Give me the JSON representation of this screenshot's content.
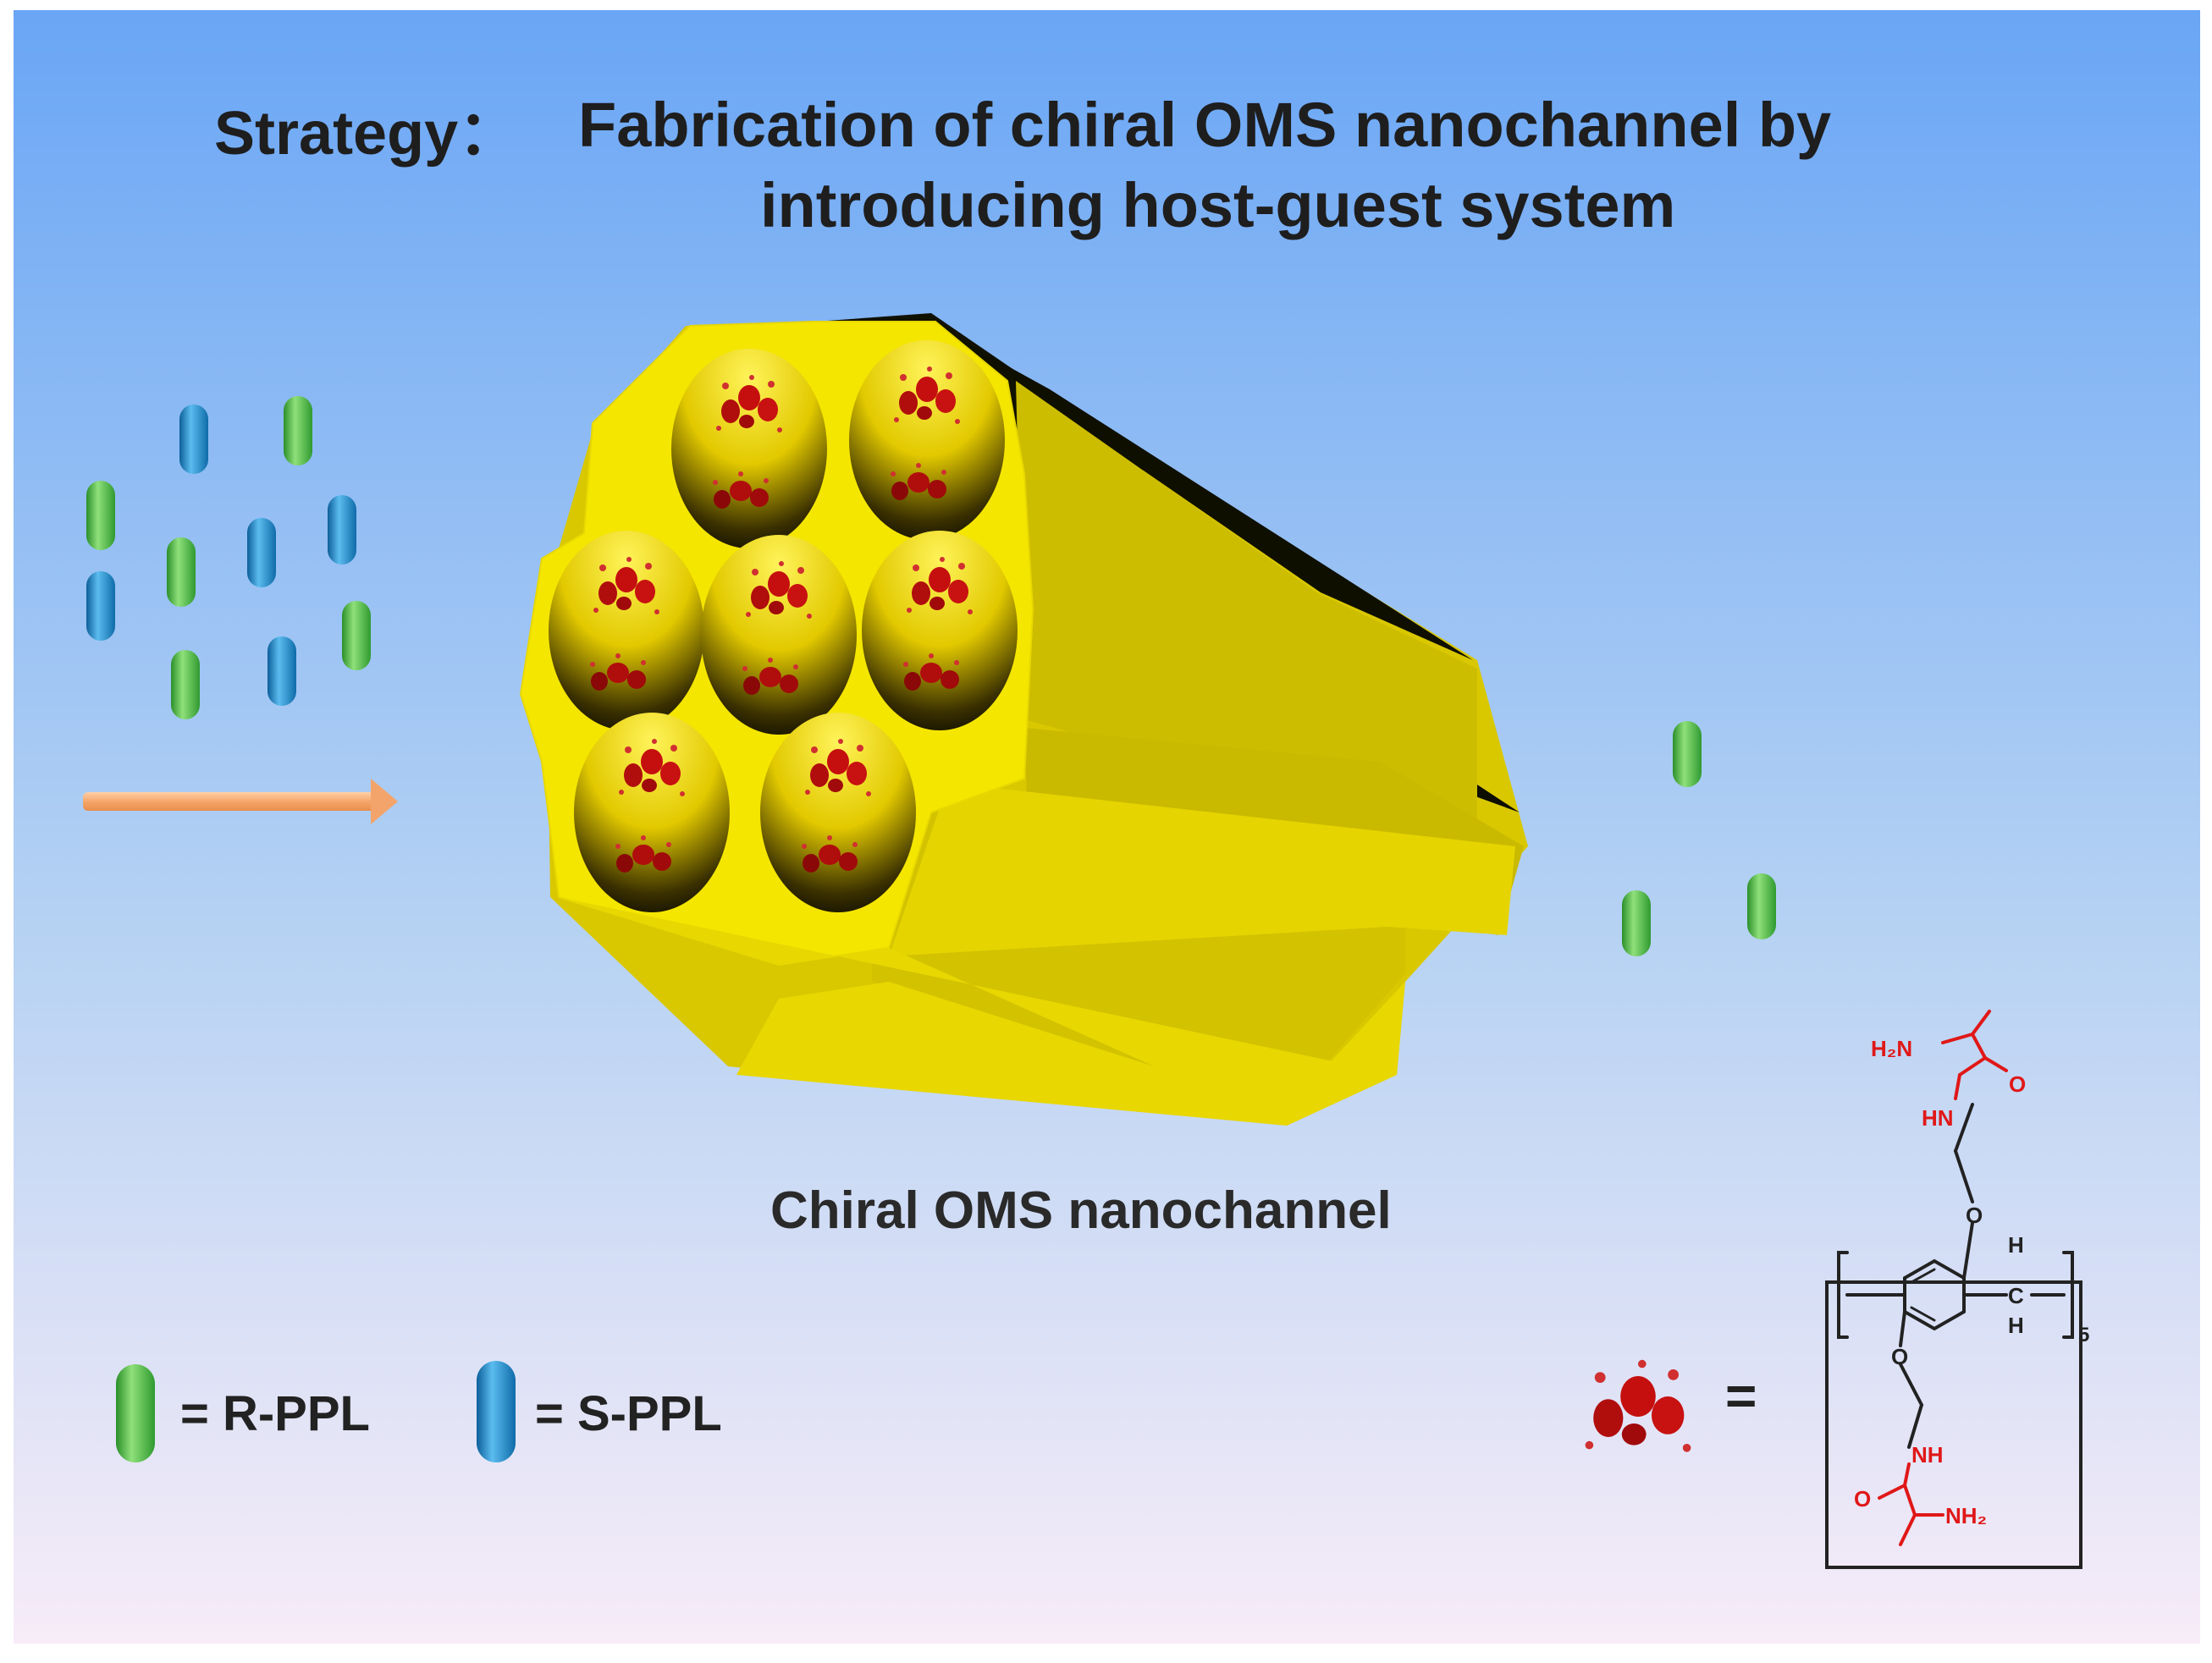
{
  "title": {
    "strategy_label": "Strategy：",
    "line1": "Fabrication of chiral OMS nanochannel by",
    "line2": "introducing host-guest system"
  },
  "channel_caption": "Chiral OMS nanochannel",
  "legend": {
    "r_label": "= R-PPL",
    "s_label": "= S-PPL"
  },
  "guest_equals": "=",
  "structure": {
    "h2n": "H₂N",
    "o_top": "O",
    "hn": "HN",
    "o_ether_top": "O",
    "h_top": "H",
    "c": "C",
    "h_bottom": "H",
    "subscript": "5",
    "o_ether_bottom": "O",
    "nh": "NH",
    "o_bottom": "O",
    "nh2": "NH₂"
  },
  "colors": {
    "background_top": "#6aa6f5",
    "background_bottom": "#f7ecf8",
    "channel_yellow": "#f5e600",
    "r_ppl": "#4cc24a",
    "s_ppl": "#1e86c8",
    "arrow": "#f6b07a",
    "guest_red": "#cc1010"
  }
}
